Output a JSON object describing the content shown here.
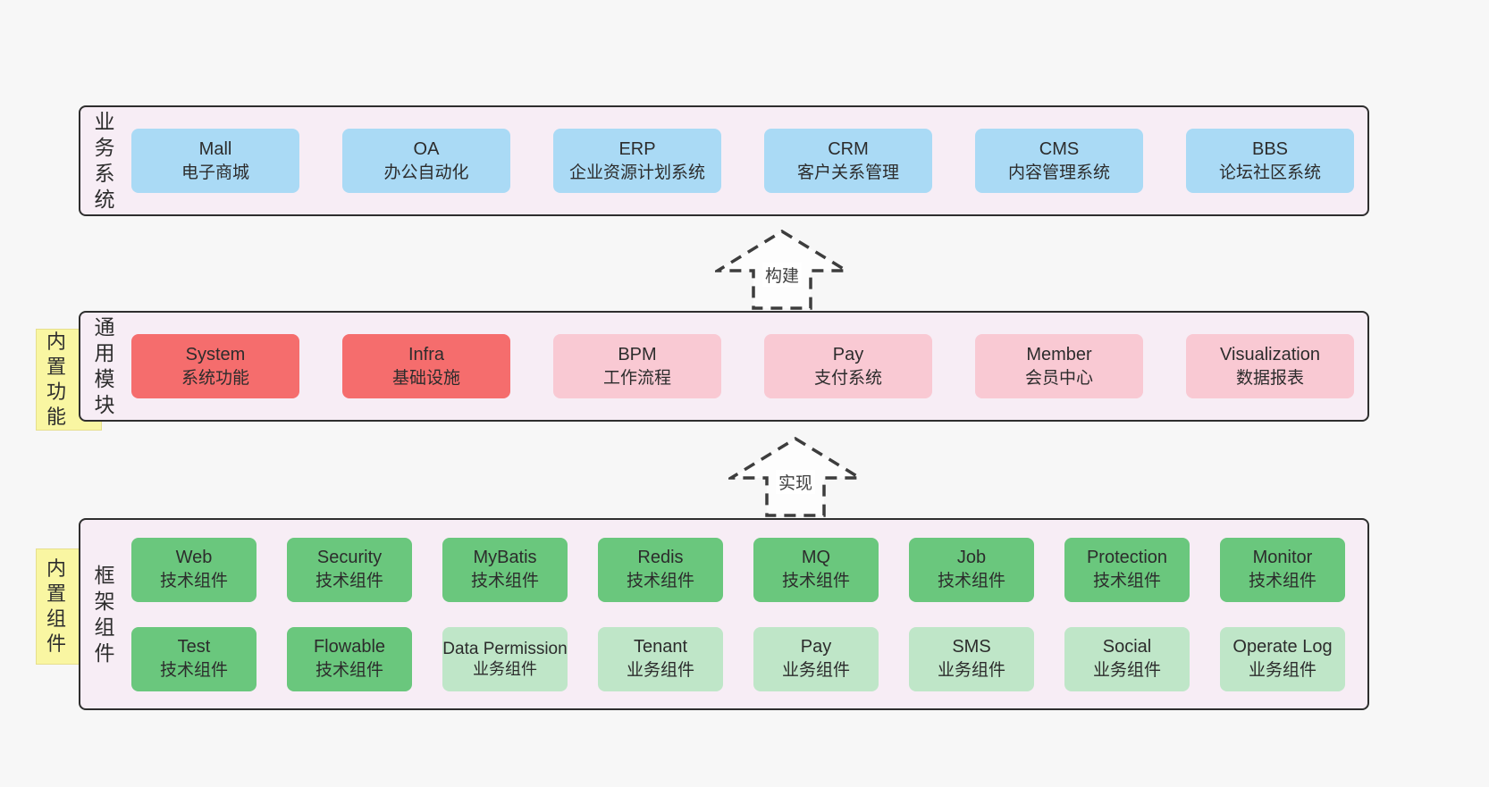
{
  "sections": [
    {
      "label": "业务系统",
      "boxes": [
        {
          "name": "Mall",
          "desc": "电子商城"
        },
        {
          "name": "OA",
          "desc": "办公自动化"
        },
        {
          "name": "ERP",
          "desc": "企业资源计划系统"
        },
        {
          "name": "CRM",
          "desc": "客户关系管理"
        },
        {
          "name": "CMS",
          "desc": "内容管理系统"
        },
        {
          "name": "BBS",
          "desc": "论坛社区系统"
        }
      ]
    },
    {
      "label": "通用模块",
      "note": "内置功能",
      "boxes": [
        {
          "name": "System",
          "desc": "系统功能"
        },
        {
          "name": "Infra",
          "desc": "基础设施"
        },
        {
          "name": "BPM",
          "desc": "工作流程"
        },
        {
          "name": "Pay",
          "desc": "支付系统"
        },
        {
          "name": "Member",
          "desc": "会员中心"
        },
        {
          "name": "Visualization",
          "desc": "数据报表"
        }
      ]
    },
    {
      "label": "框架组件",
      "note": "内置组件",
      "rows": [
        [
          {
            "name": "Web",
            "desc": "技术组件"
          },
          {
            "name": "Security",
            "desc": "技术组件"
          },
          {
            "name": "MyBatis",
            "desc": "技术组件"
          },
          {
            "name": "Redis",
            "desc": "技术组件"
          },
          {
            "name": "MQ",
            "desc": "技术组件"
          },
          {
            "name": "Job",
            "desc": "技术组件"
          },
          {
            "name": "Protection",
            "desc": "技术组件"
          },
          {
            "name": "Monitor",
            "desc": "技术组件"
          }
        ],
        [
          {
            "name": "Test",
            "desc": "技术组件"
          },
          {
            "name": "Flowable",
            "desc": "技术组件"
          },
          {
            "name": "Data Permission",
            "desc": "业务组件"
          },
          {
            "name": "Tenant",
            "desc": "业务组件"
          },
          {
            "name": "Pay",
            "desc": "业务组件"
          },
          {
            "name": "SMS",
            "desc": "业务组件"
          },
          {
            "name": "Social",
            "desc": "业务组件"
          },
          {
            "name": "Operate Log",
            "desc": "业务组件"
          }
        ]
      ]
    }
  ],
  "arrows": [
    {
      "label": "构建"
    },
    {
      "label": "实现"
    }
  ],
  "colors": {
    "box_blue": "#aadaf5",
    "box_red": "#f56d6d",
    "box_pink": "#f9c9d3",
    "box_green_dark": "#6ac77d",
    "box_green_light": "#bfe6c8",
    "panel_bg": "#f7edf5",
    "panel_border": "#2e2e2e",
    "note_yellow": "#f9f6a2",
    "page_bg": "#f7f7f7"
  }
}
